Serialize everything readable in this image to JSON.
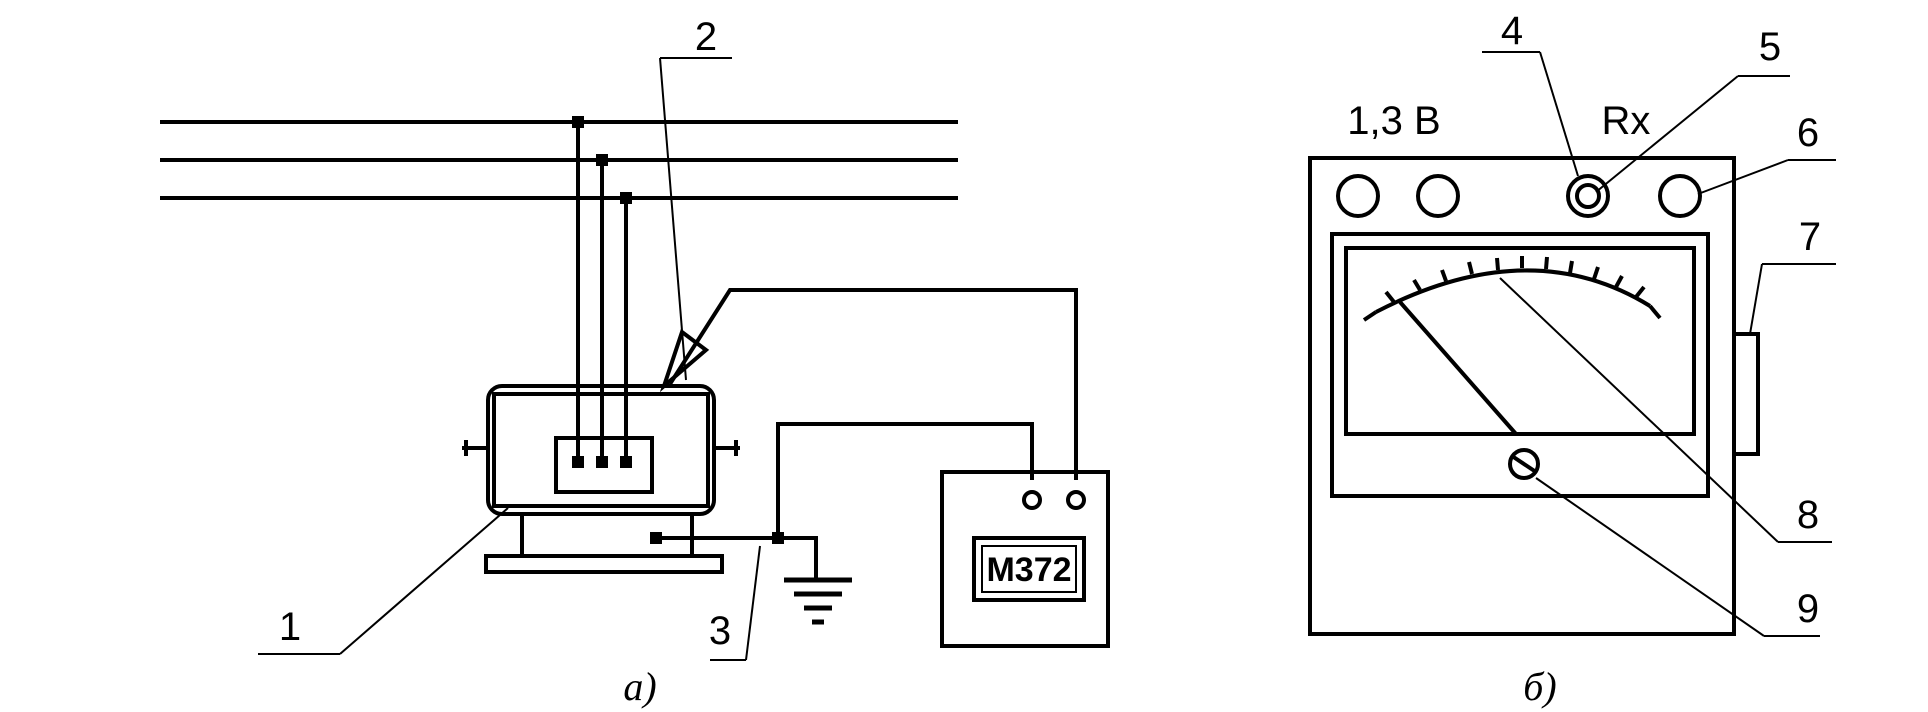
{
  "figure_a": {
    "caption": "а)",
    "meter_label": "М372",
    "callouts": {
      "c1": "1",
      "c2": "2",
      "c3": "3"
    }
  },
  "figure_b": {
    "caption": "б)",
    "terminal_label_voltage": "1,3 В",
    "terminal_label_rx": "Rx",
    "callouts": {
      "c4": "4",
      "c5": "5",
      "c6": "6",
      "c7": "7",
      "c8": "8",
      "c9": "9"
    }
  }
}
